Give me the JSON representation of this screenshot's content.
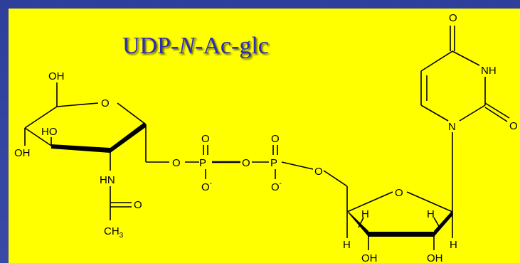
{
  "title": {
    "part1": "UDP-",
    "part2": "N",
    "part3": "-Ac-glc"
  },
  "labels": {
    "oh": "OH",
    "ho": "HO",
    "o": "O",
    "nh": "NH",
    "hn": "HN",
    "n": "N",
    "p": "P",
    "h": "H",
    "ch": "CH",
    "three": "3",
    "minus": "-"
  },
  "colors": {
    "background": "#ffff00",
    "frame": "#2e3f9b",
    "title": "#2b2bbd"
  }
}
